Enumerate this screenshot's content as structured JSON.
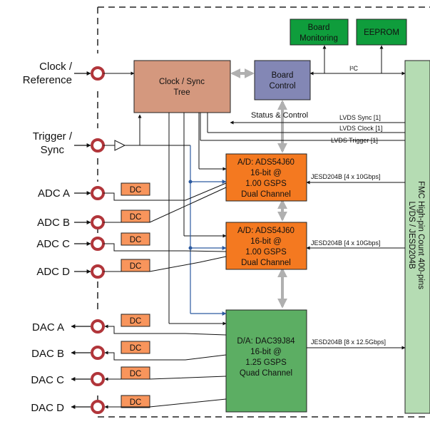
{
  "inputs": {
    "clock_ref": [
      "Clock /",
      "Reference"
    ],
    "trigger_sync": [
      "Trigger /",
      "Sync"
    ],
    "adc_a": "ADC A",
    "adc_b": "ADC B",
    "adc_c": "ADC C",
    "adc_d": "ADC D"
  },
  "outputs": {
    "dac_a": "DAC A",
    "dac_b": "DAC B",
    "dac_c": "DAC C",
    "dac_d": "DAC D"
  },
  "dc_label": "DC",
  "clock_tree": [
    "Clock / Sync",
    "Tree"
  ],
  "board_control": [
    "Board",
    "Control"
  ],
  "board_monitoring": [
    "Board",
    "Monitoring"
  ],
  "eeprom": "EEPROM",
  "i2c": "I²C",
  "status_control": "Status & Control",
  "adc1": [
    "A/D: ADS54J60",
    "16-bit @",
    "1.00 GSPS",
    "Dual Channel"
  ],
  "adc2": [
    "A/D: ADS54J60",
    "16-bit @",
    "1.00 GSPS",
    "Dual Channel"
  ],
  "dac": [
    "D/A: DAC39J84",
    "16-bit @",
    "1.25 GSPS",
    "Quad Channel"
  ],
  "lvds_sync": "LVDS Sync [1]",
  "lvds_clock": "LVDS Clock [1]",
  "lvds_trigger": "LVDS Trigger [1]",
  "jesd_adc1": "JESD204B [4 x 10Gbps]",
  "jesd_adc2": "JESD204B [4 x 10Gbps]",
  "jesd_dac": "JESD204B [8 x 12.5Gbps]",
  "fmc": [
    "FMC High-pin Count 400-pins",
    "LVDS / JESD204B"
  ],
  "colors": {
    "clock_tree": "#d4987e",
    "board_control": "#8387b5",
    "green_box": "#0f9d3c",
    "adc": "#f47920",
    "dac": "#5cae63",
    "fmc": "#b5dcb3",
    "dc": "#f8955c",
    "connector": "#b1353a",
    "blue_line": "#2c5aa0",
    "gray_arrow": "#b0b0b0"
  }
}
